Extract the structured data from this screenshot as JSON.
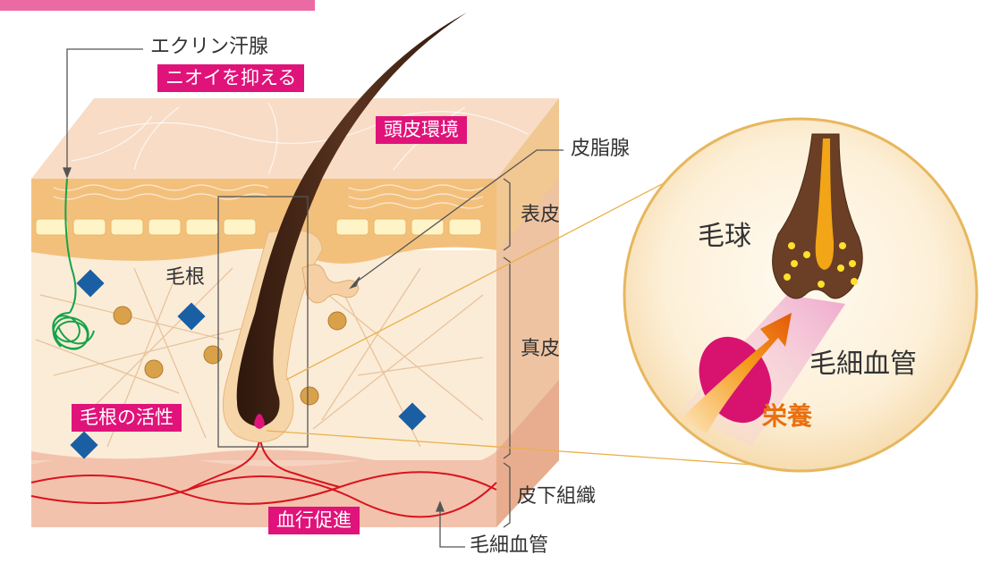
{
  "labels": {
    "eccrine": "エクリン汗腺",
    "sebaceous": "皮脂腺",
    "epidermis": "表皮",
    "hair_root": "毛根",
    "dermis": "真皮",
    "subcutaneous": "皮下組織",
    "capillary_bottom": "毛細血管",
    "hair_bulb": "毛球",
    "capillary_zoom": "毛細血管",
    "nutrition": "栄養"
  },
  "tags": {
    "odor": "ニオイを抑える",
    "scalp": "頭皮環境",
    "root_activity": "毛根の活性",
    "circulation": "血行促進"
  },
  "colors": {
    "tag_bg": "#e0137a",
    "nutrition_text": "#e8700f",
    "hair": "#4a2a1a",
    "blood_vessel": "#d8141e",
    "sweat_gland": "#16a34a",
    "diamond": "#1a5fa3"
  }
}
